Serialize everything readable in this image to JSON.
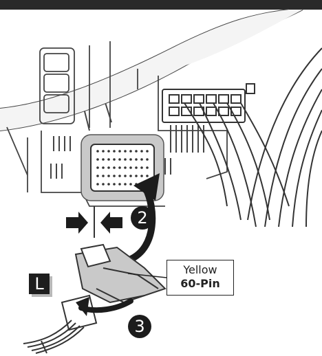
{
  "callout": {
    "line1": "Yellow",
    "line2": "60-Pin"
  },
  "steps": {
    "step2": "2",
    "step3": "3"
  },
  "badge": {
    "letter": "L"
  },
  "colors": {
    "ink": "#1c1c1c",
    "line": "#333333",
    "connector_fill": "#c9c9c9",
    "arrow": "#1c1c1c"
  }
}
